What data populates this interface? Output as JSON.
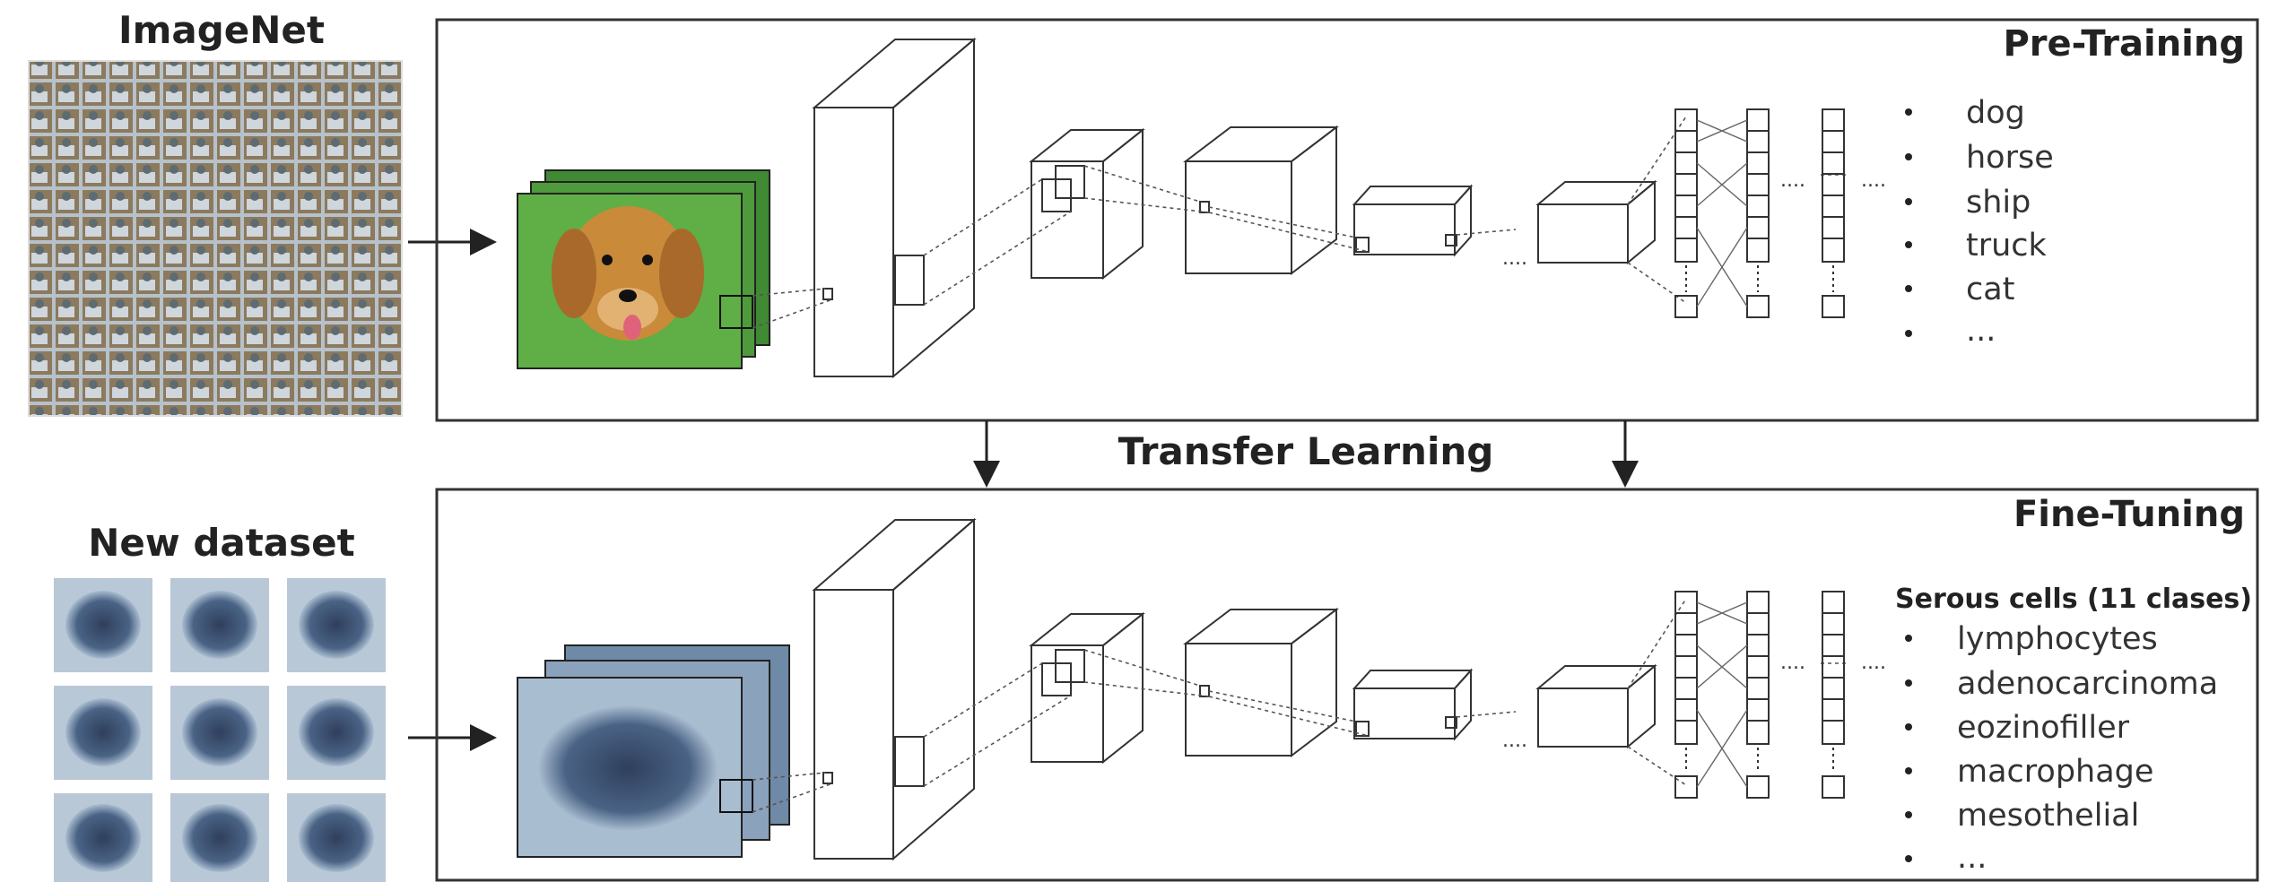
{
  "source": {
    "title": "ImageNet"
  },
  "target": {
    "title": "New dataset"
  },
  "transfer_label": "Transfer Learning",
  "panels": {
    "pretraining": {
      "title": "Pre-Training",
      "classes": [
        "dog",
        "horse",
        "ship",
        "truck",
        "cat",
        "..."
      ]
    },
    "finetuning": {
      "title": "Fine-Tuning",
      "subtitle": "Serous cells (11 clases)",
      "classes": [
        "lymphocytes",
        "adenocarcinoma",
        "eozinofiller",
        "macrophage",
        "mesothelial",
        "..."
      ]
    }
  },
  "ellipsis": "....",
  "colors": {
    "line": "#333333",
    "grass": "#5fae46",
    "dog": "#c98a3a",
    "cell_bg": "#a9bdd0",
    "nucleus": "#3f5573"
  }
}
